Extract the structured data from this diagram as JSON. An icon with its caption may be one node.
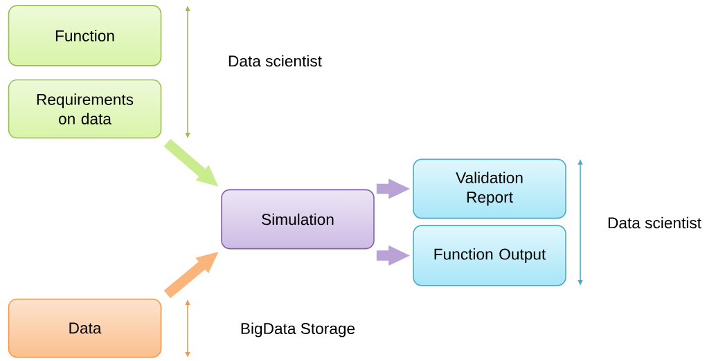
{
  "diagram": {
    "nodes": [
      {
        "text": [
          "Function"
        ]
      },
      {
        "text": [
          "Requirements on data"
        ]
      },
      {
        "text": [
          "Simulation"
        ]
      },
      {
        "text": [
          "Validation Report"
        ]
      },
      {
        "text": [
          "Function Output"
        ]
      },
      {
        "text": [
          "Data"
        ]
      }
    ],
    "edges": [
      {
        "from": 1,
        "to": 2,
        "arrow": "to",
        "color": "#c9ec8e"
      },
      {
        "from": 5,
        "to": 2,
        "arrow": "to",
        "color": "#f9b57c"
      },
      {
        "from": 2,
        "to": 3,
        "arrow": "to",
        "color": "#b9a3d6"
      },
      {
        "from": 2,
        "to": 4,
        "arrow": "to",
        "color": "#b9a3d6"
      }
    ],
    "labels": [
      "Data scientist",
      "Data scientist",
      "BigData Storage"
    ]
  }
}
